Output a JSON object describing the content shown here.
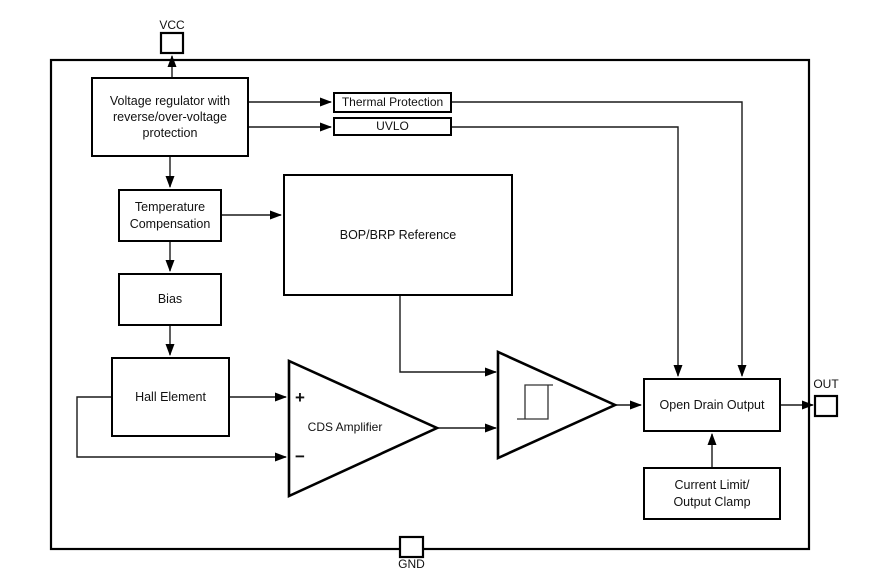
{
  "colors": {
    "stroke": "#000000",
    "line": "#1a1a1a",
    "background": "#ffffff"
  },
  "pins": {
    "vcc": "VCC",
    "gnd": "GND",
    "out": "OUT"
  },
  "blocks": {
    "voltage_regulator": "Voltage regulator with\nreverse/over-voltage\nprotection",
    "thermal_protection": "Thermal Protection",
    "uvlo": "UVLO",
    "temperature_compensation": "Temperature\nCompensation",
    "bias": "Bias",
    "hall_element": "Hall Element",
    "bop_brp_reference": "BOP/BRP Reference",
    "cds_amplifier": "CDS Amplifier",
    "cds_plus": "+",
    "cds_minus": "−",
    "open_drain_output": "Open Drain Output",
    "current_limit": "Current Limit/\nOutput Clamp"
  }
}
